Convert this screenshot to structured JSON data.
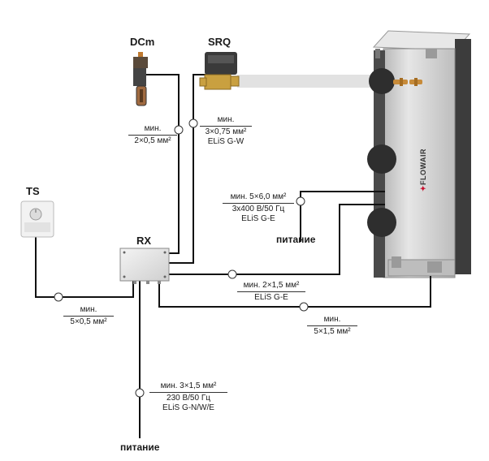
{
  "devices": {
    "dcm": "DCm",
    "srq": "SRQ",
    "ts": "TS",
    "rx": "RX",
    "brand": "FLOWAIR"
  },
  "labels": {
    "dcm_line1": "мин.",
    "dcm_line2": "2×0,5 мм²",
    "srq_line1": "мин.",
    "srq_line2": "3×0,75 мм²",
    "srq_line3": "ELiS G-W",
    "power_unit_line1": "мин. 5×6,0 мм²",
    "power_unit_line2": "3x400 В/50 Гц",
    "power_unit_line3": "ELiS G-E",
    "power_unit_word": "питание",
    "rx_unit_line1": "мин. 2×1,5 мм²",
    "rx_unit_line2": "ELiS G-E",
    "motor_line1": "мин.",
    "motor_line2": "5×1,5 мм²",
    "ts_line1": "мин.",
    "ts_line2": "5×0,5 мм²",
    "rx_power_line1": "мин. 3×1,5 мм²",
    "rx_power_line2": "230 В/50 Гц",
    "rx_power_line3": "ELiS G-N/W/E",
    "rx_power_word": "питание"
  },
  "colors": {
    "wire": "#111111",
    "unit_body": "#c9c9c9",
    "unit_dark": "#3a3a3a",
    "brand_red": "#c8102e"
  }
}
